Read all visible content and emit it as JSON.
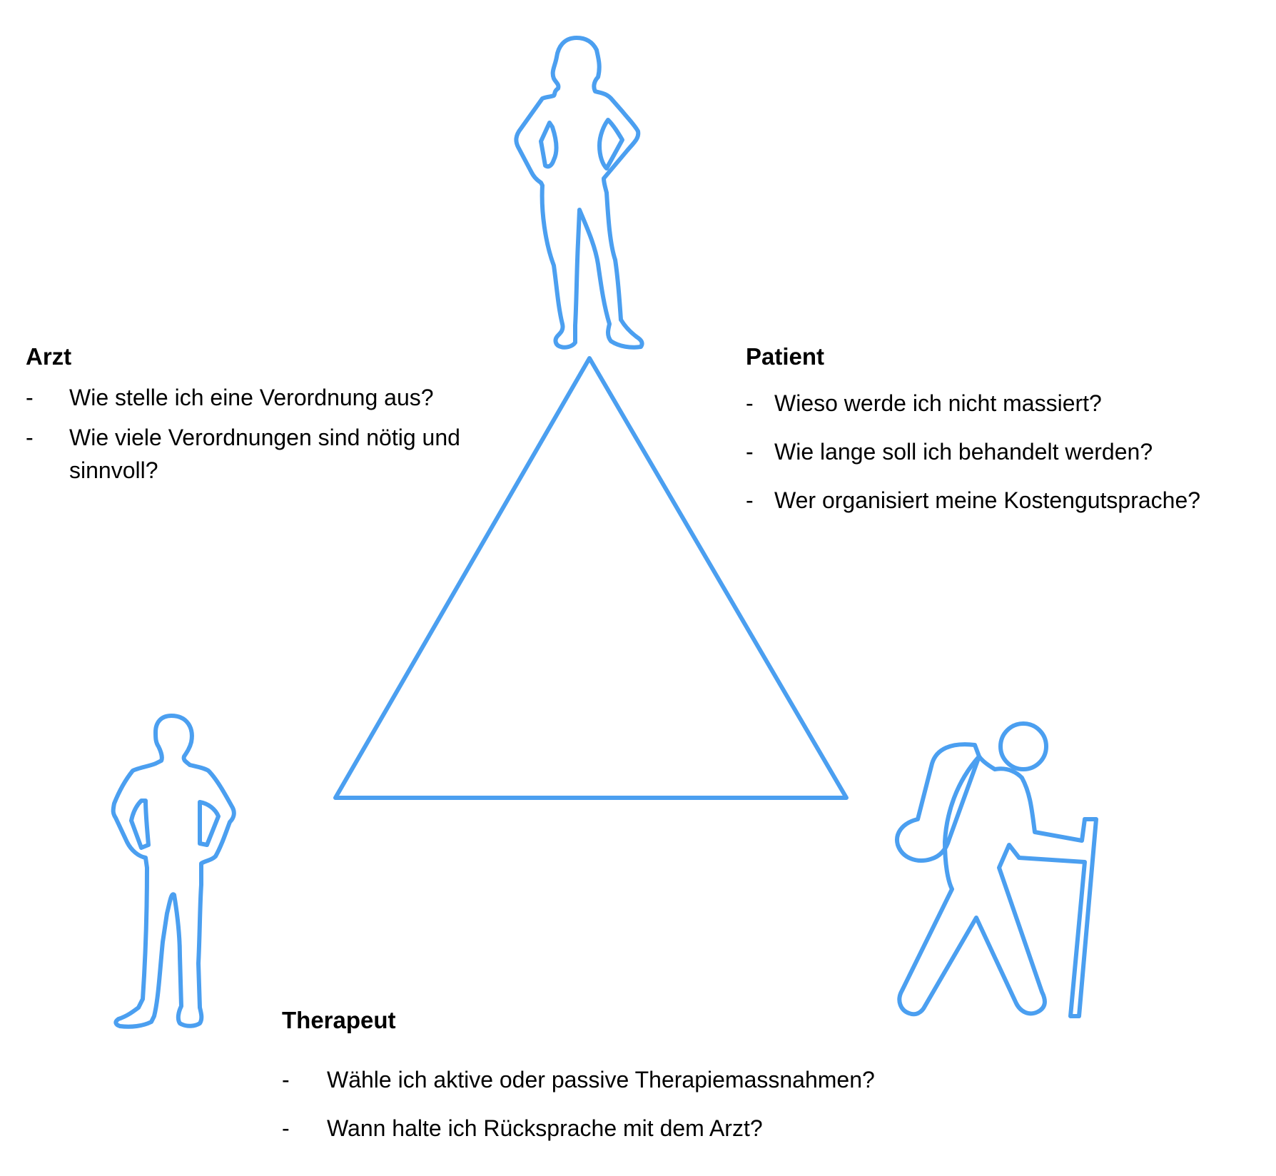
{
  "colors": {
    "line": "#4b9ff0",
    "text": "#000000"
  },
  "diagram": {
    "center_shape": "triangle",
    "figures": [
      {
        "icon": "standing-woman-outline-icon",
        "role": "top"
      },
      {
        "icon": "standing-man-outline-icon",
        "role": "bottom-left"
      },
      {
        "icon": "hiker-with-backpack-outline-icon",
        "role": "bottom-right"
      }
    ]
  },
  "arzt": {
    "heading": "Arzt",
    "items": [
      {
        "dash": "-",
        "text": "Wie stelle ich eine Verordnung aus?"
      },
      {
        "dash": "-",
        "text": "Wie viele Verordnungen sind nötig und sinnvoll?"
      }
    ]
  },
  "patient": {
    "heading": "Patient",
    "items": [
      {
        "dash": "-",
        "text": "Wieso werde ich nicht massiert?"
      },
      {
        "dash": "-",
        "text": "Wie lange soll ich behandelt werden?"
      },
      {
        "dash": "-",
        "text": "Wer organisiert meine Kostengutsprache?"
      }
    ]
  },
  "therapeut": {
    "heading": "Therapeut",
    "items": [
      {
        "dash": "-",
        "text": "Wähle ich aktive oder passive Therapiemassnahmen?"
      },
      {
        "dash": "-",
        "text": "Wann halte ich Rücksprache mit dem Arzt?"
      }
    ]
  }
}
